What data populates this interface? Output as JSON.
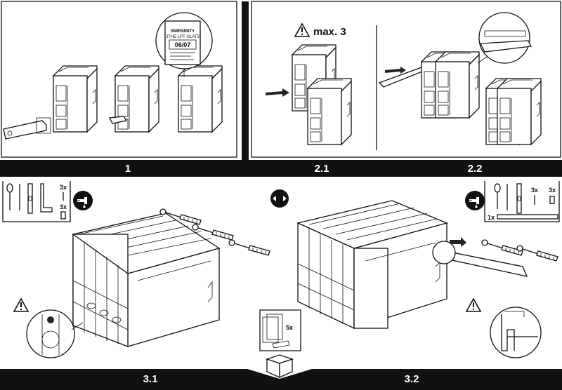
{
  "steps": {
    "s1": "1",
    "s21": "2.1",
    "s22": "2.2",
    "s31": "3.1",
    "s32": "3.2"
  },
  "warnings": {
    "max_stack": "max. 3"
  },
  "label_closeup": {
    "brand": "SMIRSINITY",
    "sub": "JTHE LPT GLAT3",
    "date": "06/07"
  },
  "tools_left": {
    "qty_top": "3x",
    "qty_bottom": "3x"
  },
  "tools_right": {
    "qty_screws": "3x",
    "qty_plugs": "3x",
    "qty_rail": "1x"
  },
  "units_box": {
    "count": "5x"
  },
  "icons": [
    "warning-icon",
    "drill-icon",
    "swap-arrows-icon",
    "box-icon",
    "screwdriver-icon",
    "level-icon"
  ]
}
